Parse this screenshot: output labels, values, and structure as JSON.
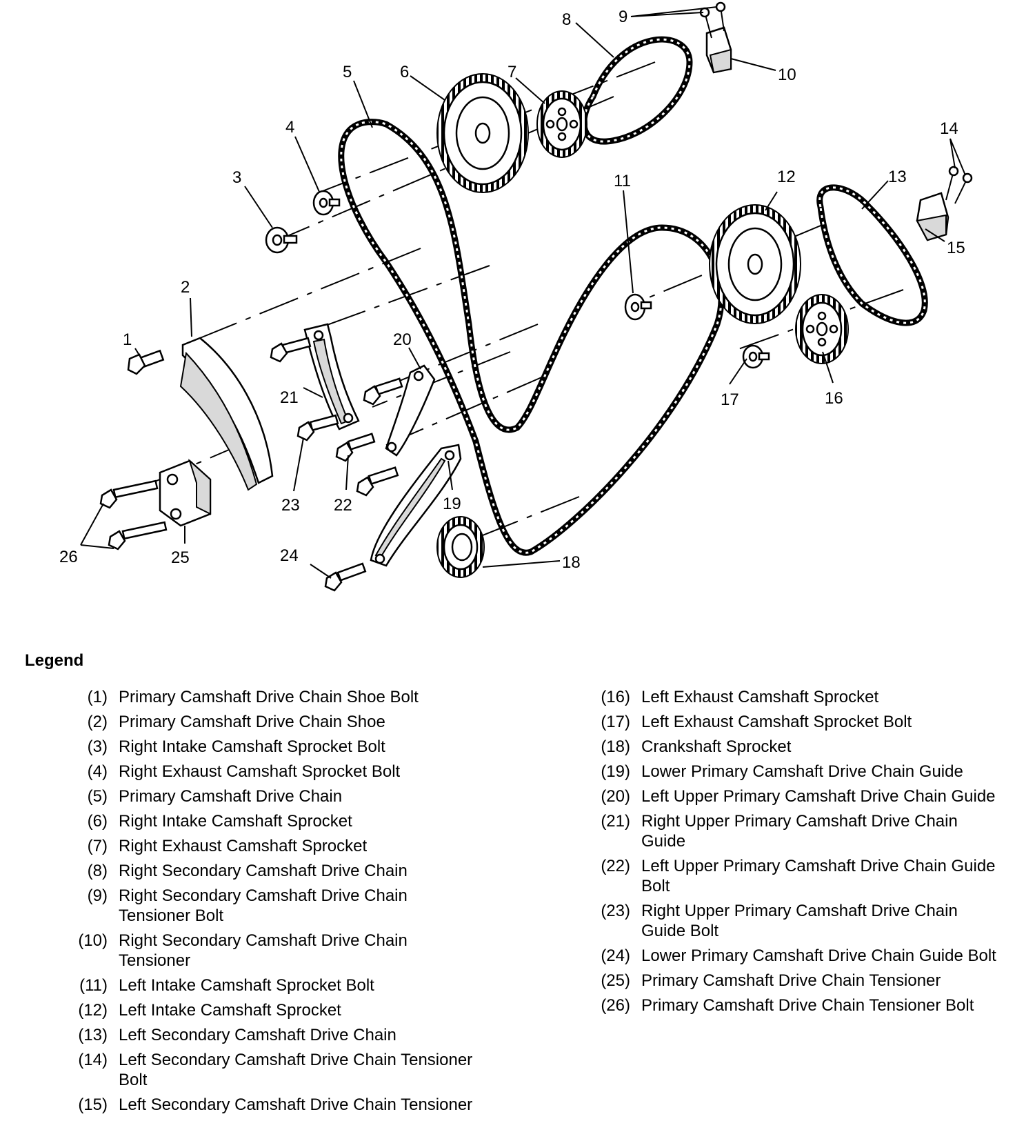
{
  "callouts": [
    "1",
    "2",
    "3",
    "4",
    "5",
    "6",
    "7",
    "8",
    "9",
    "10",
    "11",
    "12",
    "13",
    "14",
    "15",
    "16",
    "17",
    "18",
    "19",
    "20",
    "21",
    "22",
    "23",
    "24",
    "25",
    "26"
  ],
  "legend": {
    "title": "Legend",
    "left": [
      {
        "num": "(1)",
        "text": "Primary Camshaft Drive Chain Shoe Bolt"
      },
      {
        "num": "(2)",
        "text": "Primary Camshaft Drive Chain Shoe"
      },
      {
        "num": "(3)",
        "text": "Right Intake Camshaft Sprocket Bolt"
      },
      {
        "num": "(4)",
        "text": "Right Exhaust Camshaft Sprocket Bolt"
      },
      {
        "num": "(5)",
        "text": "Primary Camshaft Drive Chain"
      },
      {
        "num": "(6)",
        "text": "Right Intake Camshaft Sprocket"
      },
      {
        "num": "(7)",
        "text": "Right Exhaust Camshaft Sprocket"
      },
      {
        "num": "(8)",
        "text": "Right Secondary Camshaft Drive Chain"
      },
      {
        "num": "(9)",
        "text": "Right Secondary Camshaft Drive Chain Tensioner Bolt"
      },
      {
        "num": "(10)",
        "text": "Right Secondary Camshaft Drive Chain Tensioner"
      },
      {
        "num": "(11)",
        "text": "Left Intake Camshaft Sprocket Bolt"
      },
      {
        "num": "(12)",
        "text": "Left Intake Camshaft Sprocket"
      },
      {
        "num": "(13)",
        "text": "Left Secondary Camshaft Drive Chain"
      },
      {
        "num": "(14)",
        "text": "Left Secondary Camshaft Drive Chain Tensioner Bolt"
      },
      {
        "num": "(15)",
        "text": "Left Secondary Camshaft Drive Chain Tensioner"
      }
    ],
    "right": [
      {
        "num": "(16)",
        "text": "Left Exhaust Camshaft Sprocket"
      },
      {
        "num": "(17)",
        "text": "Left Exhaust Camshaft Sprocket Bolt"
      },
      {
        "num": "(18)",
        "text": "Crankshaft Sprocket"
      },
      {
        "num": "(19)",
        "text": "Lower Primary Camshaft Drive Chain Guide"
      },
      {
        "num": "(20)",
        "text": "Left Upper Primary Camshaft Drive Chain Guide"
      },
      {
        "num": "(21)",
        "text": "Right Upper Primary Camshaft Drive Chain Guide"
      },
      {
        "num": "(22)",
        "text": "Left Upper Primary Camshaft Drive Chain Guide Bolt"
      },
      {
        "num": "(23)",
        "text": "Right Upper Primary Camshaft Drive Chain Guide Bolt"
      },
      {
        "num": "(24)",
        "text": "Lower Primary Camshaft Drive Chain Guide Bolt"
      },
      {
        "num": "(25)",
        "text": "Primary Camshaft Drive Chain Tensioner"
      },
      {
        "num": "(26)",
        "text": "Primary Camshaft Drive Chain Tensioner Bolt"
      }
    ]
  }
}
